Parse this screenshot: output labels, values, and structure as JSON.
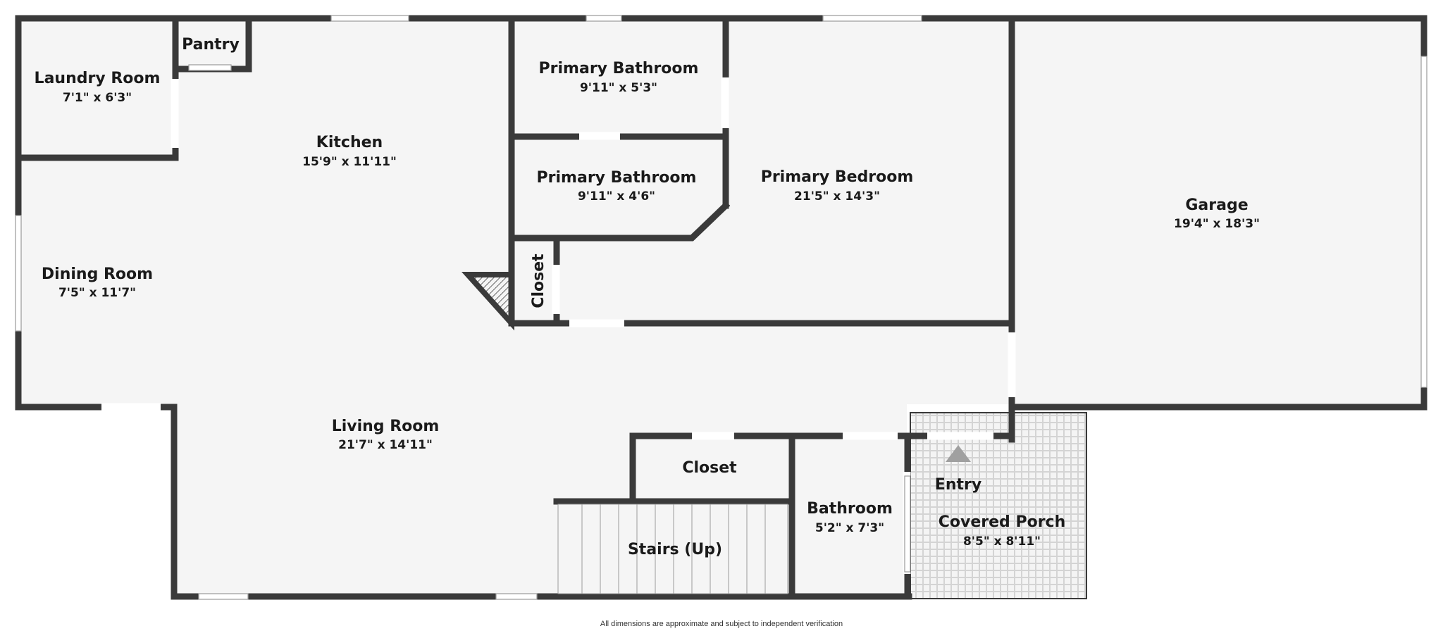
{
  "rooms": {
    "laundry": {
      "name": "Laundry Room",
      "dims": "7'1\" x 6'3\""
    },
    "pantry": {
      "name": "Pantry"
    },
    "kitchen": {
      "name": "Kitchen",
      "dims": "15'9\" x 11'11\""
    },
    "dining": {
      "name": "Dining Room",
      "dims": "7'5\" x 11'7\""
    },
    "primary_bath_1": {
      "name": "Primary Bathroom",
      "dims": "9'11\" x 5'3\""
    },
    "primary_bath_2": {
      "name": "Primary Bathroom",
      "dims": "9'11\" x 4'6\""
    },
    "primary_bedroom": {
      "name": "Primary Bedroom",
      "dims": "21'5\" x 14'3\""
    },
    "closet_vertical": {
      "name": "Closet"
    },
    "garage": {
      "name": "Garage",
      "dims": "19'4\" x 18'3\""
    },
    "living": {
      "name": "Living Room",
      "dims": "21'7\" x 14'11\""
    },
    "closet_hall": {
      "name": "Closet"
    },
    "stairs": {
      "name": "Stairs (Up)"
    },
    "bathroom": {
      "name": "Bathroom",
      "dims": "5'2\" x 7'3\""
    },
    "entry": {
      "name": "Entry"
    },
    "porch": {
      "name": "Covered Porch",
      "dims": "8'5\" x 8'11\""
    }
  },
  "disclaimer": "All dimensions are approximate and subject to independent verification",
  "colors": {
    "wall": "#3a3a3a",
    "floor": "#f5f5f5",
    "background": "#ffffff"
  }
}
